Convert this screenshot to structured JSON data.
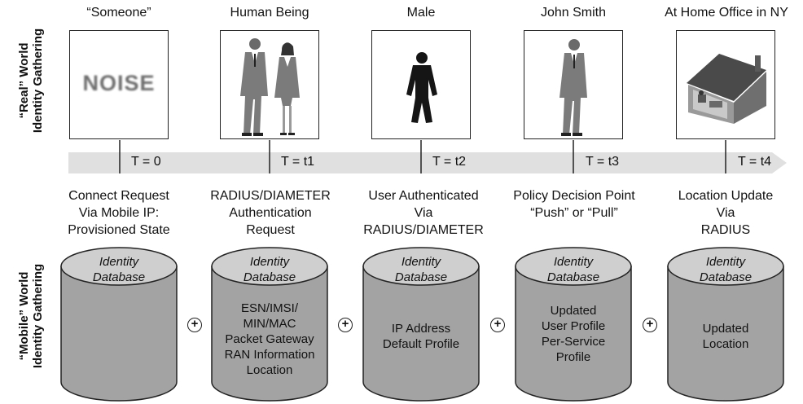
{
  "side_labels": {
    "real_world": [
      "“Real” World",
      "Identity Gathering"
    ],
    "mobile_world": [
      "“Mobile” World",
      "Identity Gathering"
    ]
  },
  "stages": [
    {
      "title": "“Someone”",
      "image": "noise-text",
      "image_text": "NOISE",
      "time": "T = 0",
      "event": [
        "Connect Request",
        "Via Mobile IP:",
        "Provisioned State"
      ],
      "db_title": [
        "Identity",
        "Database"
      ],
      "db_contents": []
    },
    {
      "title": "Human Being",
      "image": "man-and-woman",
      "time": "T = t1",
      "event": [
        "RADIUS/DIAMETER",
        "Authentication",
        "Request"
      ],
      "db_title": [
        "Identity",
        "Database"
      ],
      "db_contents": [
        "ESN/IMSI/",
        "MIN/MAC",
        "Packet Gateway",
        "RAN Information",
        "Location"
      ]
    },
    {
      "title": "Male",
      "image": "male-silhouette",
      "time": "T = t2",
      "event": [
        "User Authenticated",
        "Via",
        "RADIUS/DIAMETER"
      ],
      "db_title": [
        "Identity",
        "Database"
      ],
      "db_contents": [
        "IP Address",
        "Default Profile"
      ]
    },
    {
      "title": "John Smith",
      "image": "businessman",
      "time": "T = t3",
      "event": [
        "Policy Decision Point",
        "“Push” or “Pull”"
      ],
      "db_title": [
        "Identity",
        "Database"
      ],
      "db_contents": [
        "Updated",
        "User Profile",
        "Per-Service",
        "Profile"
      ]
    },
    {
      "title": "At Home Office in NY",
      "image": "home-office",
      "time": "T = t4",
      "event": [
        "Location Update",
        "Via",
        "RADIUS"
      ],
      "db_title": [
        "Identity",
        "Database"
      ],
      "db_contents": [
        "Updated",
        "Location"
      ]
    }
  ],
  "connector_symbol": "+",
  "colors": {
    "database_fill": "#a3a3a3",
    "database_top": "#cfcfcf",
    "timeline_arrow": "#e0e0e0",
    "figure_suit": "#7b7b7b"
  }
}
